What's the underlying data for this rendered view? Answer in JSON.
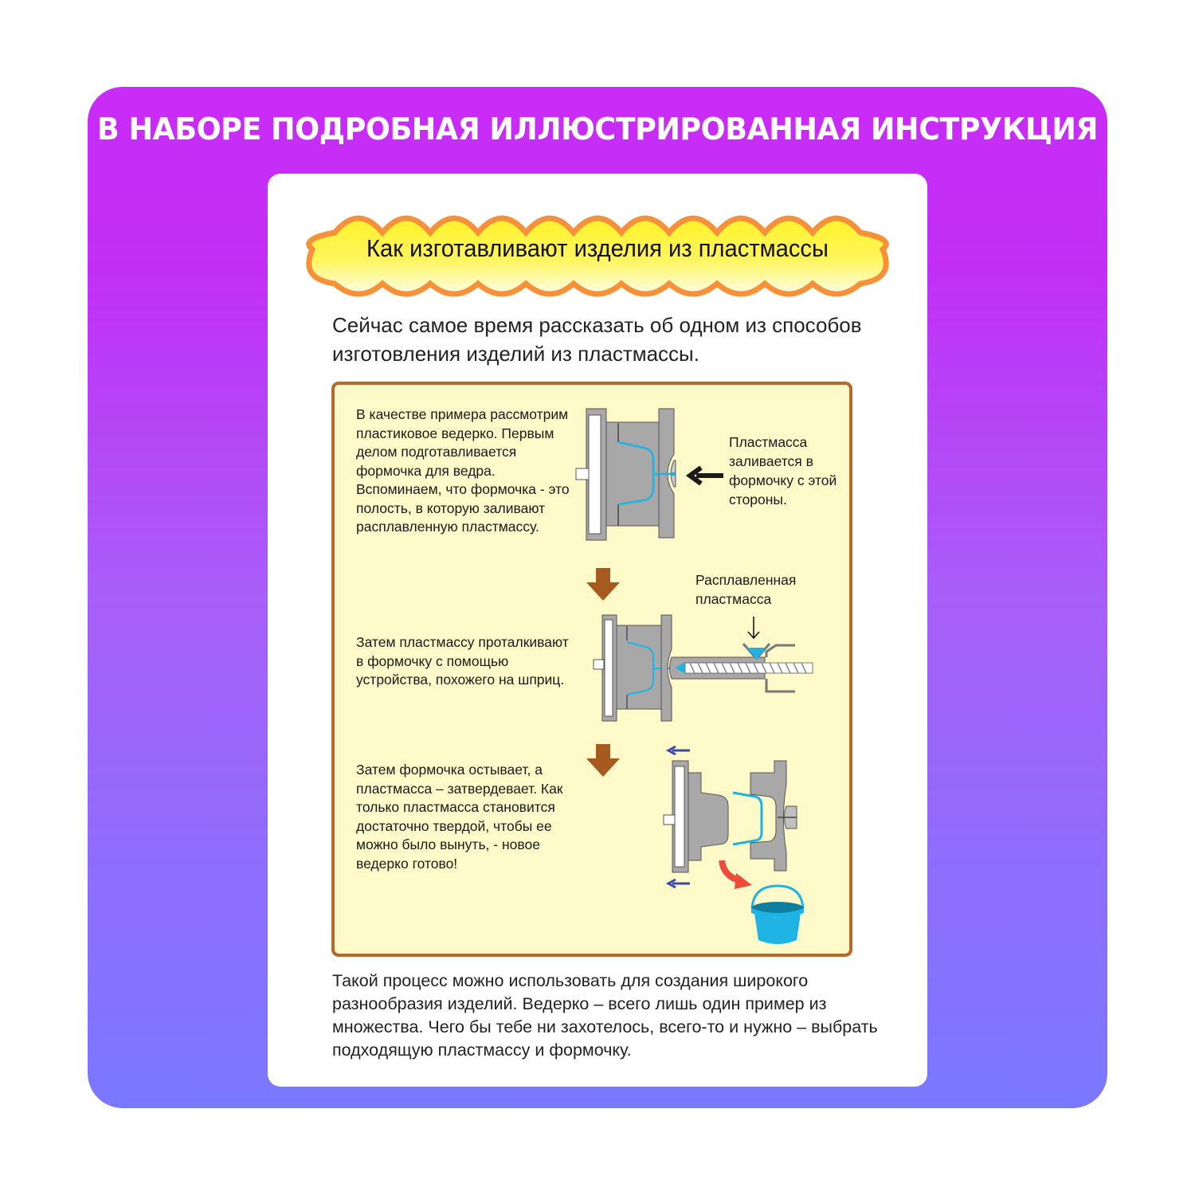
{
  "banner": {
    "title": "В НАБОРЕ ПОДРОБНАЯ ИЛЛЮСТРИРОВАННАЯ ИНСТРУКЦИЯ"
  },
  "colors": {
    "gradient_top": "#c92cf6",
    "gradient_bottom": "#7a78ff",
    "box_background": "#fef9c8",
    "box_border": "#b7682a",
    "cloud_fill": "#fff22a",
    "cloud_border": "#f6913a",
    "mold_gray": "#a8a8a8",
    "plastic_blue": "#1fb3e3",
    "step_arrow": "#a65a1e",
    "eject_arrow": "#ee4b3a",
    "open_arrow": "#3b4aa8"
  },
  "page": {
    "heading": "Как изготавливают изделия из пластмассы",
    "intro": "Сейчас самое время рассказать об одном из способов изготовления изделий из пластмассы.",
    "steps": [
      {
        "text": "В качестве примера рассмотрим пластиковое ведерко. Первым делом подготавливается формочка для ведра. Вспоминаем, что формочка - это полость, в которую заливают расплавленную пластмассу.",
        "caption": "Пластмасса заливается в формочку с этой стороны."
      },
      {
        "text": "Затем пластмассу проталкивают в формочку с помощью устройства, похожего на шприц.",
        "caption": "Расплавленная пластмасса"
      },
      {
        "text": "Затем формочка остывает, а пластмасса – затвердевает. Как только пластмасса становится достаточно твердой, чтобы ее можно было вынуть, - новое ведерко готово!"
      }
    ],
    "outro": "Такой процесс можно использовать для создания широкого разнообразия изделий. Ведерко – всего лишь один пример из множества.  Чего бы тебе ни захотелось, всего-то и нужно – выбрать подходящую пластмассу и формочку."
  }
}
